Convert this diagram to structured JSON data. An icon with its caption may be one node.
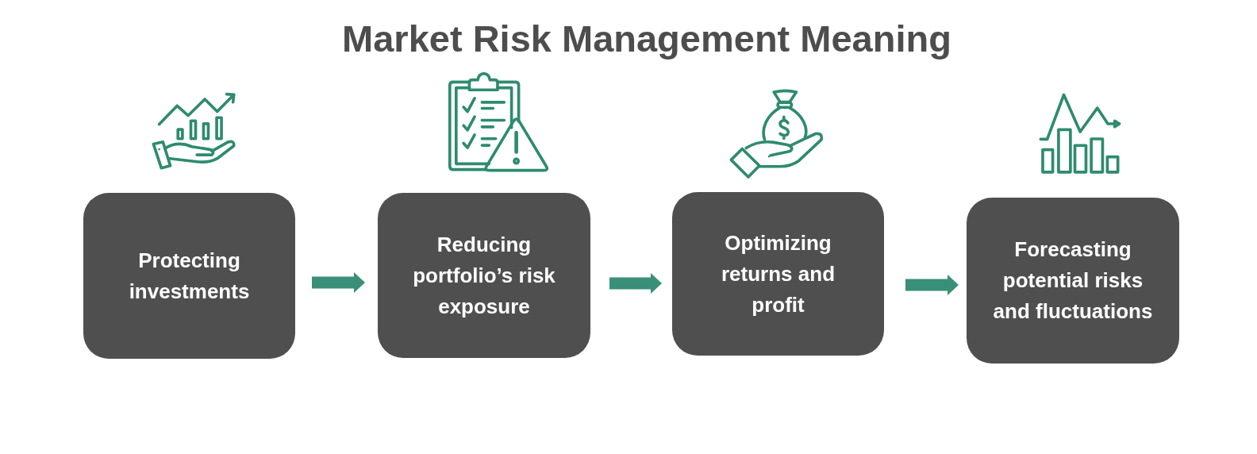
{
  "diagram": {
    "title": "Market Risk Management Meaning",
    "nodes": [
      {
        "text": [
          "Protecting investments"
        ]
      },
      {
        "text": [
          "Reducing portfolio’s risk exposure"
        ]
      },
      {
        "text": [
          "Optimizing returns and profit"
        ]
      },
      {
        "text": [
          "Forecasting potential risks and fluctuations"
        ]
      }
    ],
    "edges": [
      {
        "from": 0,
        "to": 1,
        "arrow": "to"
      },
      {
        "from": 1,
        "to": 2,
        "arrow": "to"
      },
      {
        "from": 2,
        "to": 3,
        "arrow": "to"
      }
    ]
  }
}
